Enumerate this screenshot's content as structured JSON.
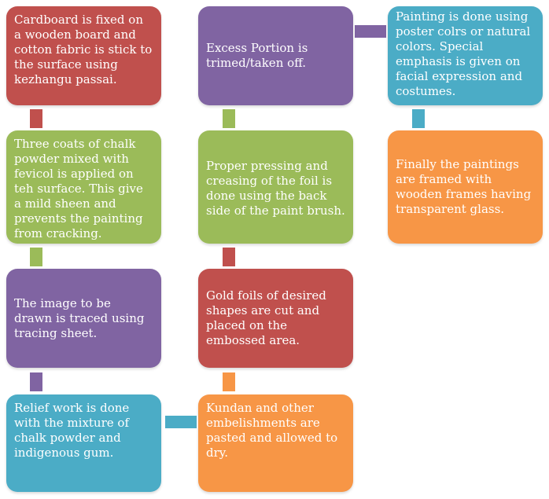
{
  "colors": {
    "red": "#c0504d",
    "green": "#9bbb59",
    "purple": "#8064a2",
    "blue": "#4bacc6",
    "orange": "#f79646"
  },
  "steps": [
    {
      "text": "Cardboard is fixed on\na wooden board and\ncotton fabric is stick to\nthe surface using\nkezhangu passai."
    },
    {
      "text": "Three coats of chalk\npowder mixed with\nfevicol is applied on\nteh surface. This give\na mild sheen and\nprevents the painting\nfrom cracking."
    },
    {
      "text": "The image to be\ndrawn is traced using\ntracing sheet."
    },
    {
      "text": "Relief work is done\nwith the mixture of\nchalk powder and\nindigenous gum."
    },
    {
      "text": "Kundan and other\nembelishments  are\npasted and allowed to\ndry."
    },
    {
      "text": "Gold foils of desired\nshapes are cut and\nplaced on the\nembossed area."
    },
    {
      "text": "Proper pressing and\ncreasing of the foil is\ndone using the back\nside of the paint brush."
    },
    {
      "text": "Excess Portion is\ntrimed/taken off."
    },
    {
      "text": "Painting is done using\nposter colrs or natural\ncolors.  Special\nemphasis is given on\nfacial expression and\ncostumes."
    },
    {
      "text": "Finally the paintings\nare framed with\nwooden frames having\ntransparent glass."
    }
  ]
}
